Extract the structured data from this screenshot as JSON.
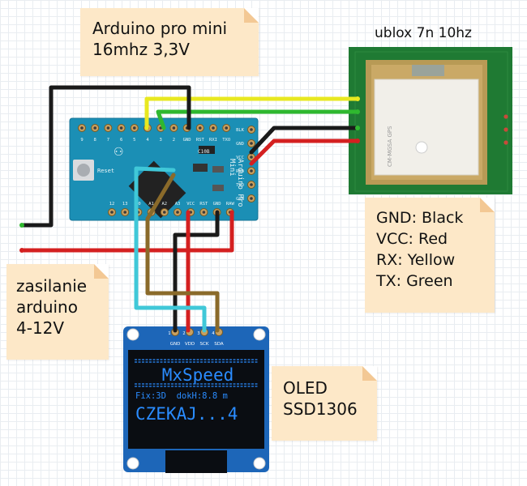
{
  "notes": {
    "pro_mini": {
      "line1": "Arduino pro mini",
      "line2": "16mhz 3,3V"
    },
    "gps_pins": {
      "line1": "GND: Black",
      "line2": "VCC: Red",
      "line3": "RX: Yellow",
      "line4": "TX: Green"
    },
    "power": {
      "line1": "zasilanie",
      "line2": "arduino",
      "line3": "4-12V"
    },
    "oled": {
      "line1": "OLED",
      "line2": "SSD1306"
    }
  },
  "gps_module": {
    "title": "ublox 7n 10hz",
    "antenna_label": "CM-MGSA GPS"
  },
  "arduino_board": {
    "name_line1": "Arduino Pro",
    "name_line2": "Mini",
    "reset_label": "Reset",
    "top_pins": [
      "9",
      "8",
      "7",
      "6",
      "5",
      "4",
      "3",
      "2",
      "GND",
      "RST",
      "RXI",
      "TXO"
    ],
    "right_pins": [
      "BLK",
      "GND",
      "VCC",
      "RXI",
      "TXO",
      "GRN"
    ],
    "bottom_pins": [
      "12",
      "13",
      "A0",
      "A1",
      "A2",
      "A3",
      "VCC",
      "RST",
      "GND",
      "RAW"
    ],
    "chip_label": "C10B"
  },
  "oled_module": {
    "pin_numbers": [
      "1",
      "2",
      "3",
      "4"
    ],
    "pins": [
      "GND",
      "VDD",
      "SCK",
      "SDA"
    ],
    "screen_title": "MxSpeed",
    "screen_status": "Fix:3D  dokH:8.8 m",
    "screen_message": "CZEKAJ...4",
    "screen_color": "#2a8cff"
  },
  "wire_colors": {
    "gnd": "#1a1a1a",
    "vcc": "#d42020",
    "rx": "#e8e820",
    "tx": "#2fb82f",
    "sda": "#40c8d8",
    "sck": "#8a6a2a"
  }
}
